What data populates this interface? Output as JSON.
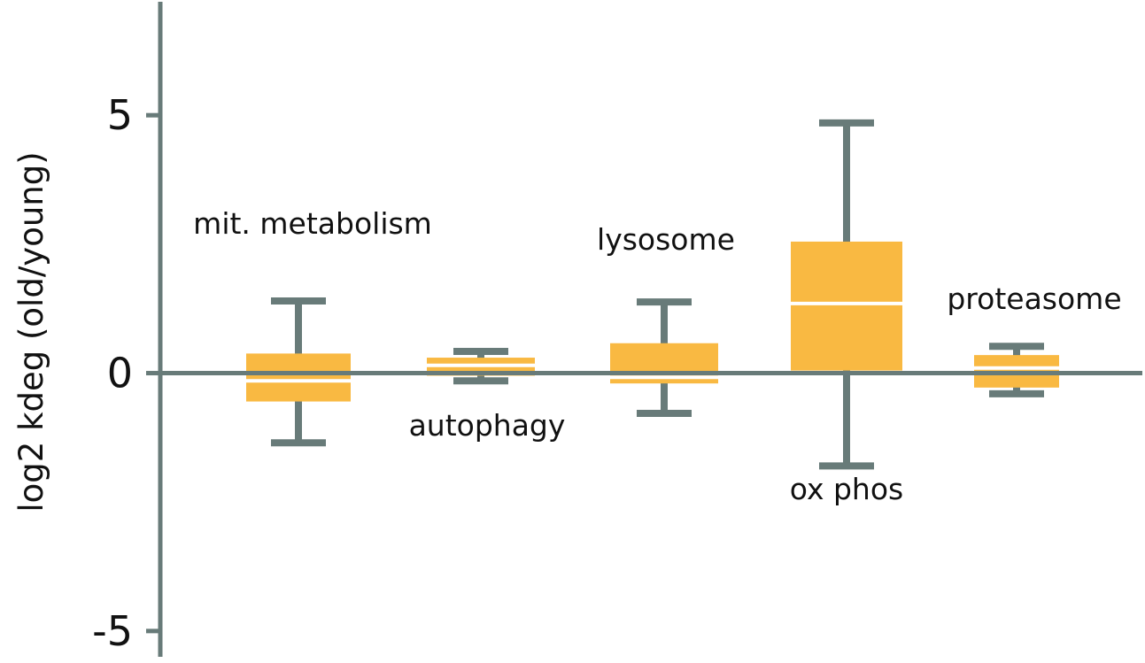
{
  "chart_data": {
    "type": "box",
    "ylabel": "log2 kdeg (old/young)",
    "ylim": [
      -5.5,
      7.2
    ],
    "yticks": [
      -5,
      0,
      5
    ],
    "ytick_labels": [
      "-5",
      "0",
      "5"
    ],
    "zero_line": true,
    "colors": {
      "box": "#F9B942",
      "whisker": "#687B79",
      "axis": "#687B79",
      "median": "#ffffff"
    },
    "categories": [
      "mit. metabolism",
      "autophagy",
      "lysosome",
      "ox phos",
      "proteasome"
    ],
    "boxes": [
      {
        "label": "mit. metabolism",
        "label_position": "above",
        "whisker_low": -1.35,
        "q1": -0.55,
        "median": -0.15,
        "q3": 0.38,
        "whisker_high": 1.4
      },
      {
        "label": "autophagy",
        "label_position": "below",
        "whisker_low": -0.15,
        "q1": -0.05,
        "median": 0.15,
        "q3": 0.3,
        "whisker_high": 0.42
      },
      {
        "label": "lysosome",
        "label_position": "above",
        "whisker_low": -0.78,
        "q1": -0.2,
        "median": -0.08,
        "q3": 0.58,
        "whisker_high": 1.38
      },
      {
        "label": "ox phos",
        "label_position": "below",
        "whisker_low": -1.8,
        "q1": 0.05,
        "median": 1.35,
        "q3": 2.55,
        "whisker_high": 4.85
      },
      {
        "label": "proteasome",
        "label_position": "above",
        "whisker_low": -0.4,
        "q1": -0.28,
        "median": 0.1,
        "q3": 0.35,
        "whisker_high": 0.52
      }
    ]
  }
}
